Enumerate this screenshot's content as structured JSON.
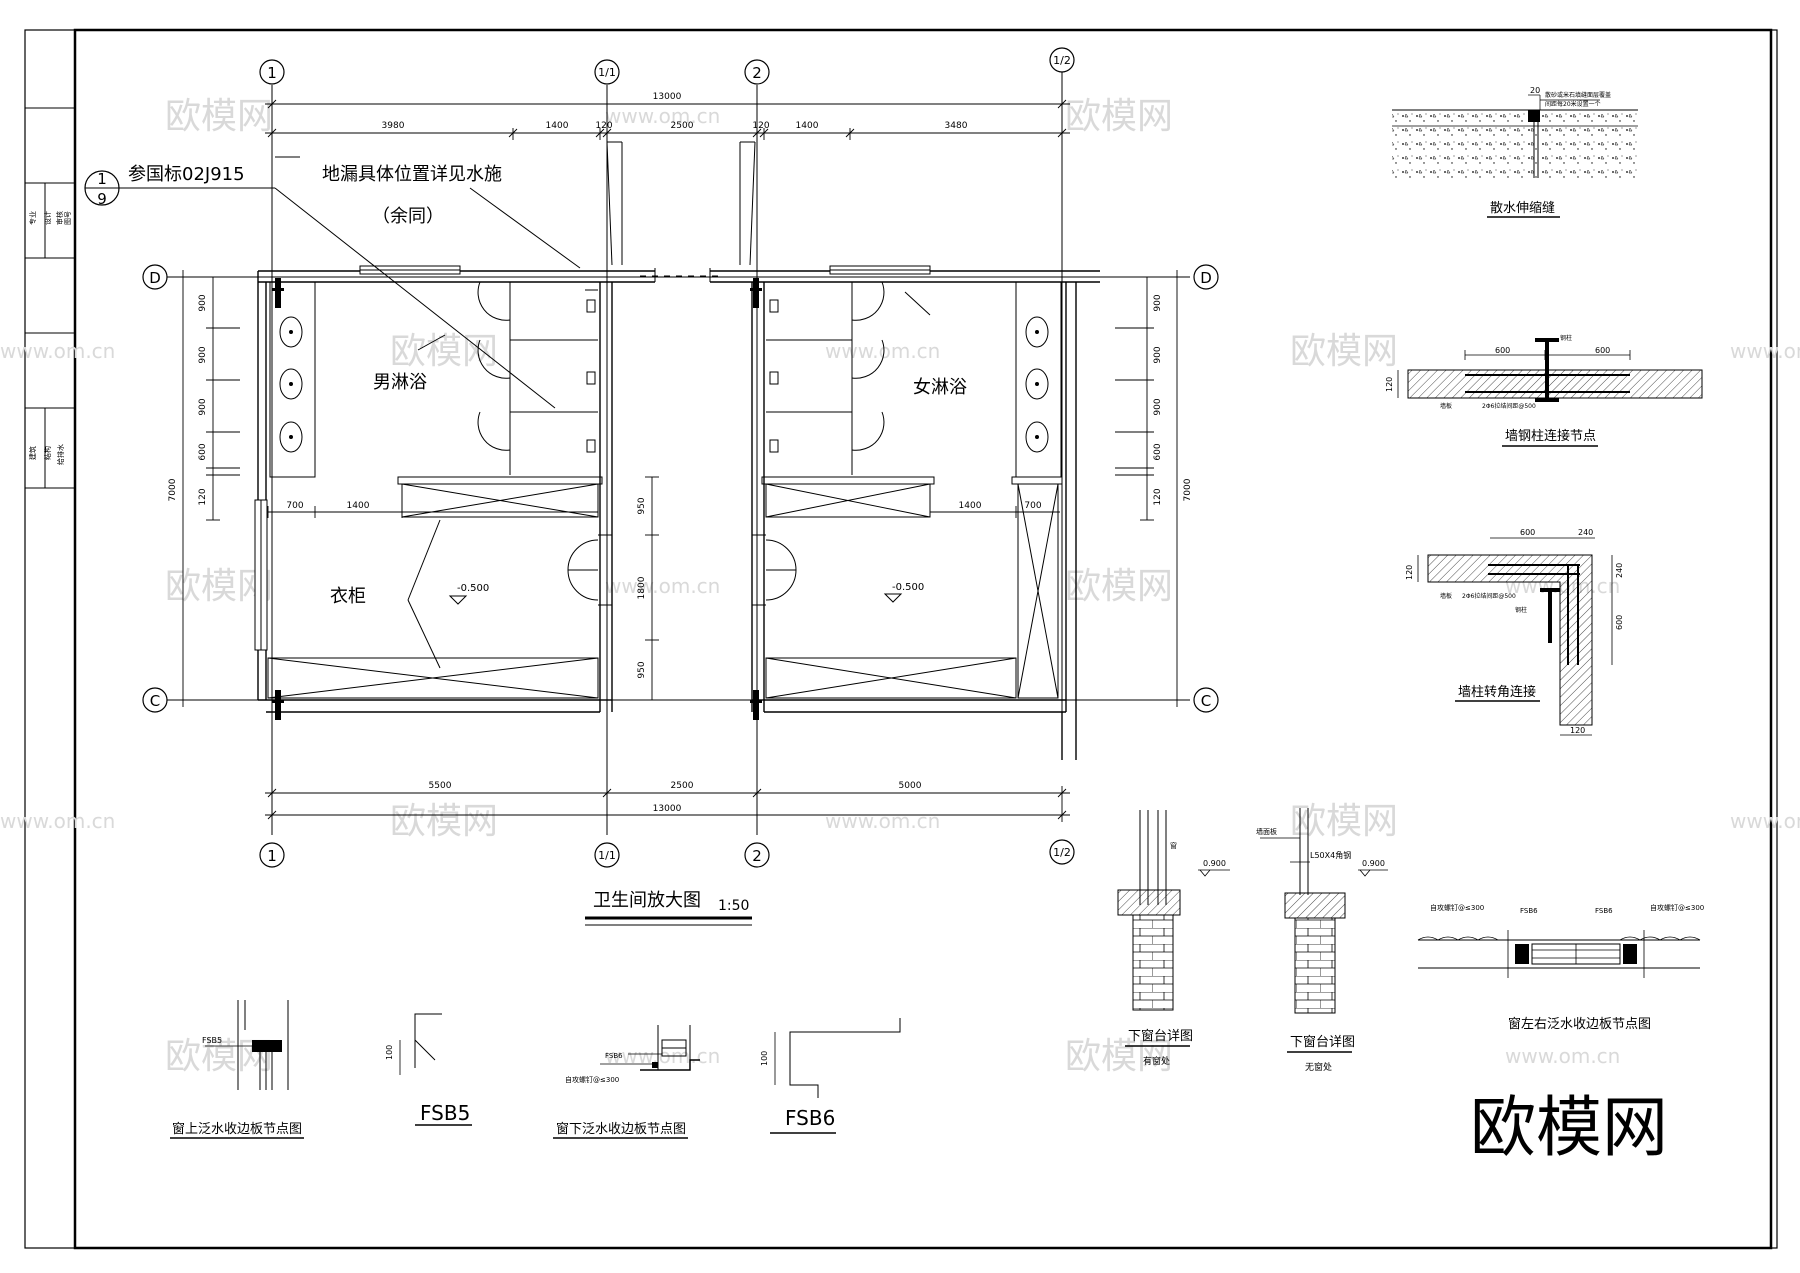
{
  "grid_axes": {
    "a1": "1",
    "a1_1": "1/1",
    "a2": "2",
    "a1_2": "1/2",
    "d": "D",
    "c": "C"
  },
  "dims": {
    "total_top": "13000",
    "top_segments": [
      "3980",
      "1400",
      "120",
      "2500",
      "120",
      "1400",
      "3480"
    ],
    "bottom_segments": [
      "5500",
      "2500",
      "5000"
    ],
    "total_bottom": "13000",
    "left_vertical": [
      "900",
      "900",
      "900",
      "600",
      "120"
    ],
    "right_vertical": [
      "900",
      "900",
      "900",
      "600",
      "120"
    ],
    "overall_height": "7000",
    "wardrobe_widths": [
      "700",
      "1400"
    ],
    "wardrobe_widths_right": [
      "1400",
      "700"
    ],
    "center_vertical": [
      "950",
      "1800",
      "950"
    ]
  },
  "labels": {
    "ref_note": "参国标02J915",
    "ref_num_top": "1",
    "ref_num_bottom": "9",
    "drain_note": "地漏具体位置详见水施",
    "drain_note_2": "（余同）",
    "men_shower": "男淋浴",
    "women_shower": "女淋浴",
    "wardrobe": "衣柜",
    "elevation": "-0.500",
    "plan_title": "卫生间放大图",
    "plan_scale": "1:50"
  },
  "details": {
    "d1_title": "散水伸缩缝",
    "d1_dim": "20",
    "d1_note_1": "散砂或米石填缝面层覆盖",
    "d1_note_2": "间距每20米设置一个",
    "d2_title": "墙钢柱连接节点",
    "d2_dims": [
      "600",
      "600",
      "120"
    ],
    "d2_notes": [
      "钢柱",
      "墙板",
      "2Φ6拉结间距@500"
    ],
    "d3_title": "墙柱转角连接",
    "d3_dims": [
      "600",
      "240",
      "120",
      "240",
      "600",
      "120"
    ],
    "d3_notes": [
      "墙板",
      "2Φ6拉结间距@500",
      "钢柱"
    ],
    "d4_title": "下窗台详图",
    "d4_sub": "有窗处",
    "d4_note": "窗",
    "d4_elev": "0.900",
    "d5_title": "下窗台详图",
    "d5_sub": "无窗处",
    "d5_notes": [
      "墙面板",
      "L50X4角钢"
    ],
    "d5_elev": "0.900",
    "d6_title": "窗左右泛水收边板节点图",
    "d6_notes": [
      "自攻螺钉@≤300",
      "FSB6",
      "FSB6",
      "自攻螺钉@≤300"
    ],
    "d7_title": "窗上泛水收边板节点图",
    "d7_note": "FSB5",
    "d8_title": "FSB5",
    "d8_dim": "100",
    "d9_title": "窗下泛水收边板节点图",
    "d9_notes": [
      "FSB6",
      "自攻螺钉@≤300"
    ],
    "d10_title": "FSB6",
    "d10_dim": "100"
  },
  "title_strip": {
    "lines": [
      "专业",
      "设计",
      "审核",
      "图号"
    ],
    "lines_2": [
      "建筑",
      "结构",
      "给排水"
    ]
  },
  "watermark": {
    "text_cn": "欧模网",
    "text_en": "www.om.cn",
    "logo": "欧模网"
  }
}
